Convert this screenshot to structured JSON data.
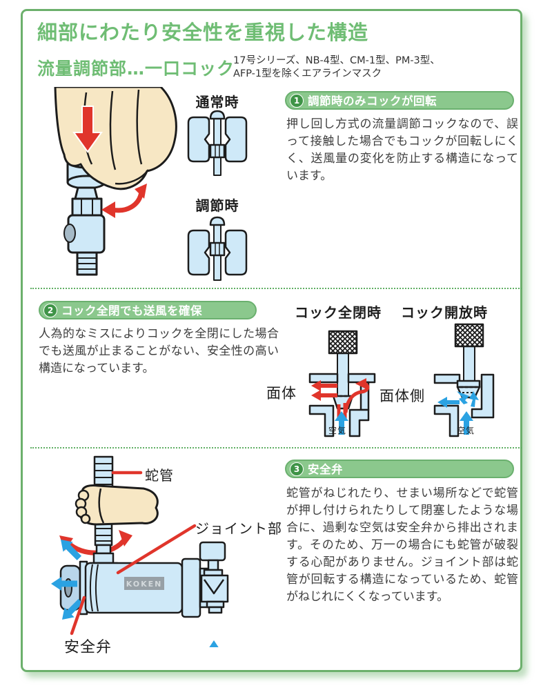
{
  "page": {
    "title": "細部にわたり安全性を重視した構造",
    "subtitle": "流量調節部…一口コック",
    "subtitle_note": "17号シリーズ、NB-4型、CM-1型、PM-3型、\nAFP-1型を除くエアラインマスク"
  },
  "colors": {
    "accent_green": "#6fbd74",
    "badge_green": "#8bc88d",
    "frame_green": "#6cb06c",
    "diagram_blue": "#cfe9f8",
    "arrow_red": "#e0352b",
    "arrow_blue": "#2ba2e2"
  },
  "sections": [
    {
      "number": "1",
      "badge": "調節時のみコックが回転",
      "body": "押し回し方式の流量調節コックなので、誤って接触した場合でもコックが回転しにくく、送風量の変化を防止する構造になっています。",
      "labels": {
        "normal": "通常時",
        "adjust": "調節時"
      }
    },
    {
      "number": "2",
      "badge": "コック全閉でも送風を確保",
      "body": "人為的なミスによりコックを全閉にした場合でも送風が止まることがない、安全性の高い構造になっています。",
      "labels": {
        "closed_title": "コック全閉時",
        "open_title": "コック開放時",
        "facepiece": "面体",
        "facepiece_side": "面体側",
        "air_left": "空気",
        "air_right": "空気"
      }
    },
    {
      "number": "3",
      "badge": "安全弁",
      "body": "蛇管がねじれたり、せまい場所などで蛇管が押し付けられたりして閉塞したような場合に、過剰な空気は安全弁から排出されます。そのため、万一の場合にも蛇管が破裂する心配がありません。ジョイント部は蛇管が回転する構造になっているため、蛇管がねじれにくくなっています。",
      "labels": {
        "hose": "蛇管",
        "joint": "ジョイント部",
        "safety_valve": "安全弁",
        "brand": "KOKEN"
      }
    }
  ]
}
